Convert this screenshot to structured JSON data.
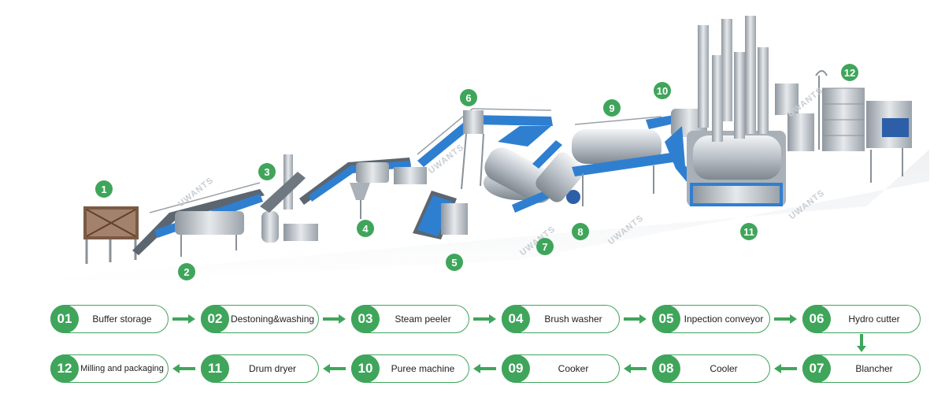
{
  "machine_labels": [
    "1",
    "2",
    "3",
    "4",
    "5",
    "6",
    "7",
    "8",
    "9",
    "10",
    "11",
    "12"
  ],
  "watermark": "UWANTS",
  "steps": [
    {
      "code": "01",
      "label": "Buffer storage"
    },
    {
      "code": "02",
      "label": "Destoning&washing"
    },
    {
      "code": "03",
      "label": "Steam peeler"
    },
    {
      "code": "04",
      "label": "Brush washer"
    },
    {
      "code": "05",
      "label": "Inpection conveyor"
    },
    {
      "code": "06",
      "label": "Hydro cutter"
    },
    {
      "code": "07",
      "label": "Blancher"
    },
    {
      "code": "08",
      "label": "Cooler"
    },
    {
      "code": "09",
      "label": "Cooker"
    },
    {
      "code": "10",
      "label": "Puree machine"
    },
    {
      "code": "11",
      "label": "Drum dryer"
    },
    {
      "code": "12",
      "label": "Milling and packaging"
    }
  ],
  "colors": {
    "accent": "#3fa55b",
    "conveyor": "#2f7fd0",
    "steel": "#c7ccd1"
  }
}
